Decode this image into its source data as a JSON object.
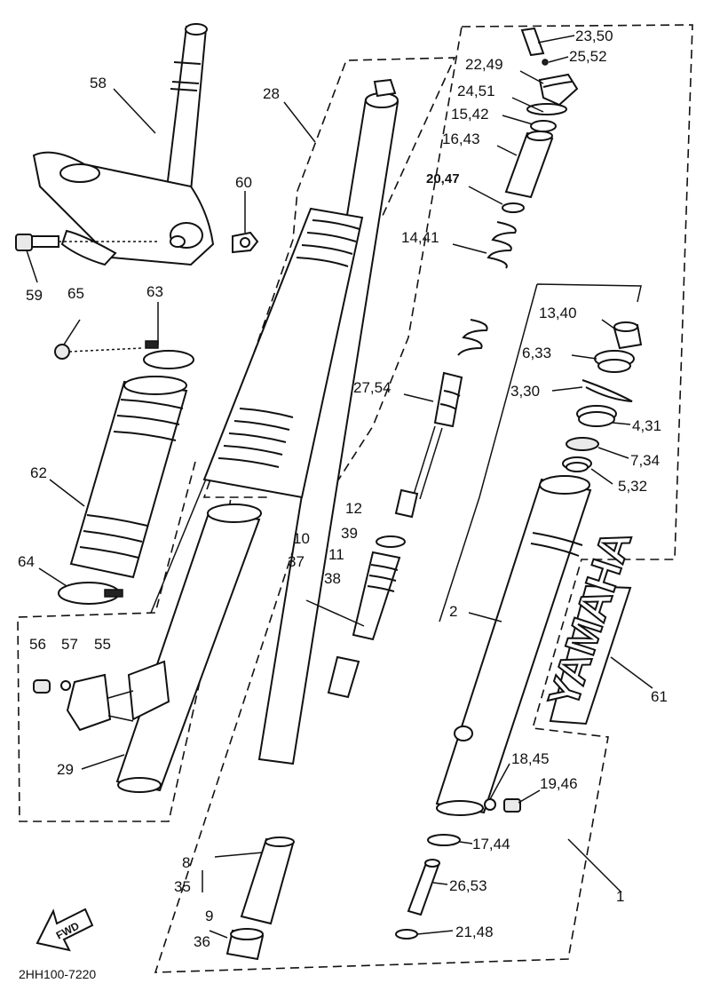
{
  "diagram_code": "2HH100-7220",
  "fwd_label": "FWD",
  "brand_decal_text": "YAMAHA",
  "labels": [
    {
      "id": "58",
      "text": "58"
    },
    {
      "id": "28",
      "text": "28"
    },
    {
      "id": "60",
      "text": "60"
    },
    {
      "id": "59",
      "text": "59"
    },
    {
      "id": "65",
      "text": "65"
    },
    {
      "id": "63",
      "text": "63"
    },
    {
      "id": "62",
      "text": "62"
    },
    {
      "id": "64",
      "text": "64"
    },
    {
      "id": "56",
      "text": "56"
    },
    {
      "id": "57",
      "text": "57"
    },
    {
      "id": "55",
      "text": "55"
    },
    {
      "id": "29",
      "text": "29"
    },
    {
      "id": "23_50",
      "text": "23,50"
    },
    {
      "id": "25_52",
      "text": "25,52"
    },
    {
      "id": "22_49",
      "text": "22,49"
    },
    {
      "id": "24_51",
      "text": "24,51"
    },
    {
      "id": "15_42",
      "text": "15,42"
    },
    {
      "id": "16_43",
      "text": "16,43"
    },
    {
      "id": "20_47",
      "text": "20,47"
    },
    {
      "id": "14_41",
      "text": "14,41"
    },
    {
      "id": "13_40",
      "text": "13,40"
    },
    {
      "id": "6_33",
      "text": "6,33"
    },
    {
      "id": "3_30",
      "text": "3,30"
    },
    {
      "id": "27_54",
      "text": "27,54"
    },
    {
      "id": "4_31",
      "text": "4,31"
    },
    {
      "id": "7_34",
      "text": "7,34"
    },
    {
      "id": "5_32",
      "text": "5,32"
    },
    {
      "id": "12",
      "text": "12"
    },
    {
      "id": "39",
      "text": "39"
    },
    {
      "id": "10",
      "text": "10"
    },
    {
      "id": "37",
      "text": "37"
    },
    {
      "id": "11",
      "text": "11"
    },
    {
      "id": "38",
      "text": "38"
    },
    {
      "id": "2",
      "text": "2"
    },
    {
      "id": "61",
      "text": "61"
    },
    {
      "id": "18_45",
      "text": "18,45"
    },
    {
      "id": "19_46",
      "text": "19,46"
    },
    {
      "id": "17_44",
      "text": "17,44"
    },
    {
      "id": "8",
      "text": "8"
    },
    {
      "id": "35",
      "text": "35"
    },
    {
      "id": "26_53",
      "text": "26,53"
    },
    {
      "id": "1",
      "text": "1"
    },
    {
      "id": "9",
      "text": "9"
    },
    {
      "id": "36",
      "text": "36"
    },
    {
      "id": "21_48",
      "text": "21,48"
    }
  ]
}
